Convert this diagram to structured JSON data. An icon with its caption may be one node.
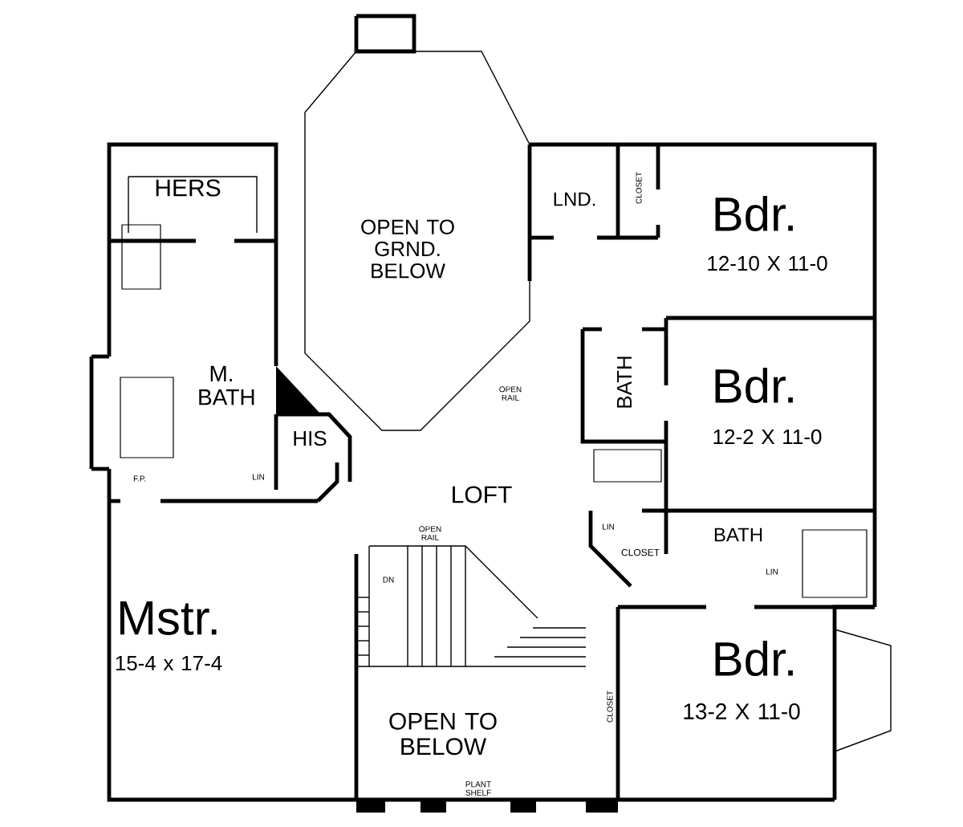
{
  "diagram": {
    "labels": [
      "HERS",
      "OPEN TO GRND. BELOW",
      "LND.",
      "CLOSET",
      "Bdr.",
      "12-10 X 11-0",
      "M. BATH",
      "BATH",
      "Bdr.",
      "12-2 X 11-0",
      "OPEN RAIL",
      "HIS",
      "F.P.",
      "LIN",
      "LOFT",
      "OPEN RAIL",
      "LIN",
      "CLOSET",
      "BATH",
      "LIN",
      "DN",
      "Mstr.",
      "15-4 x 17-4",
      "Bdr.",
      "13-2 X 11-0",
      "CLOSET",
      "OPEN TO BELOW",
      "PLANT SHELF"
    ]
  }
}
